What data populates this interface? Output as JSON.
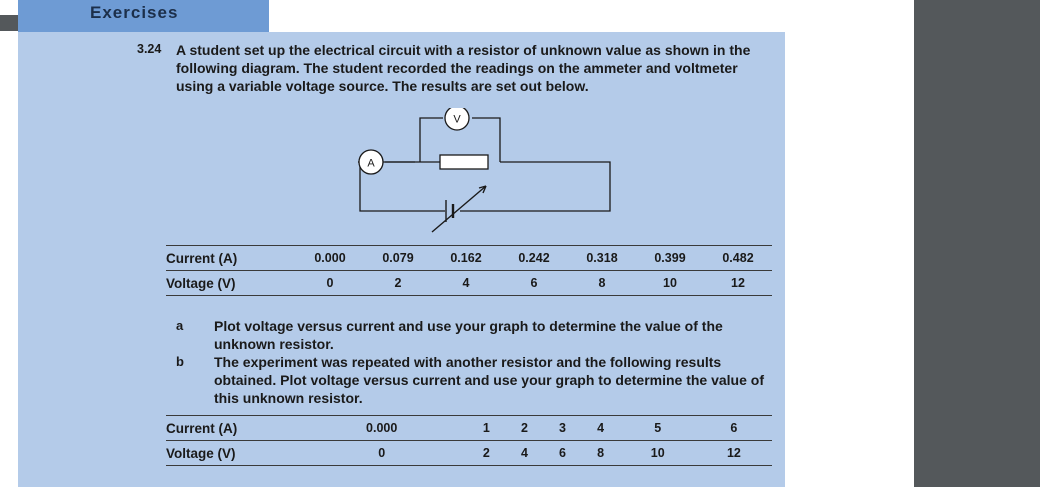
{
  "header": {
    "title": "Exercises"
  },
  "question": {
    "number": "3.24",
    "text": "A student set up the electrical circuit with a resistor of unknown value as shown in the following diagram. The student recorded the readings on the ammeter and voltmeter using a variable voltage source. The results are set out below."
  },
  "circuit": {
    "ammeter_label": "A",
    "voltmeter_label": "V"
  },
  "table1": {
    "rows": [
      {
        "label": "Current (A)",
        "values": [
          "0.000",
          "0.079",
          "0.162",
          "0.242",
          "0.318",
          "0.399",
          "0.482"
        ]
      },
      {
        "label": "Voltage (V)",
        "values": [
          "0",
          "2",
          "4",
          "6",
          "8",
          "10",
          "12"
        ]
      }
    ]
  },
  "parts": [
    {
      "letter": "a",
      "text": "Plot voltage versus current and use your graph to determine the value of the unknown resistor."
    },
    {
      "letter": "b",
      "text": "The experiment was repeated with another resistor and the following results obtained. Plot voltage versus current and use your graph to determine the value of this unknown resistor."
    }
  ],
  "table2": {
    "rows": [
      {
        "label": "Current (A)",
        "values": [
          "0.000",
          "1",
          "2",
          "3",
          "4",
          "5",
          "6"
        ]
      },
      {
        "label": "Voltage (V)",
        "values": [
          "0",
          "2",
          "4",
          "6",
          "8",
          "10",
          "12"
        ]
      }
    ]
  }
}
